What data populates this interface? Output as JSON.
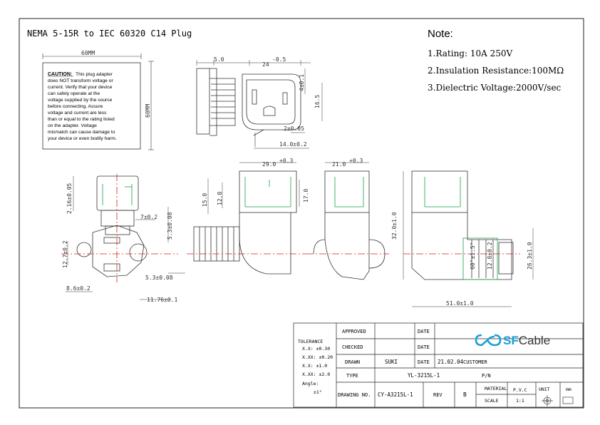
{
  "title": "NEMA 5-15R to IEC 60320 C14 Plug",
  "notes": {
    "heading": "Note:",
    "items": [
      "1.Rating: 10A 250V",
      "2.Insulation Resistance:100MΩ",
      "3.Dielectric Voltage:2000V/sec"
    ]
  },
  "label_panel": {
    "width_dim": "60MM",
    "height_dim": "60MM",
    "caution_word": "CAUTION:",
    "lines": [
      "This plug adapter",
      "does NOT transform voltage or",
      "current. Verify that your device",
      "can safely operate at the",
      "voltage supplied by the source",
      "before connecting. Assure",
      "voltage and current are less",
      "than or equal to the rating listed",
      "on the adapter. Voltage",
      "mismatch can cause damage to",
      "your device or even bodily harm."
    ]
  },
  "dimensions": {
    "d_5_0": "5.0",
    "d_24": "24",
    "d_24_tol": "-0.5",
    "d_4": "4±0.1",
    "d_16": "16.5",
    "d_2": "2±0.05",
    "d_14": "14.0±0.2",
    "d_29": "29.0",
    "d_29_tol": "+0.3",
    "d_21": "21.0",
    "d_21_tol": "+0.3",
    "d_15": "15.0",
    "d_12": "12.0",
    "d_17": "17.0",
    "d_32": "32.0±1.0",
    "d_26": "26.3±1.0",
    "d_51": "51.0±1.0",
    "d_2_16": "2.16±0.05",
    "d_7": "7±0.2",
    "d_5_3": "5.3±0.08",
    "d_12_7": "12.7±0.2",
    "d_5_3b": "5.3±0.08",
    "d_8_6": "8.6±0.2",
    "d_11_7": "11.76±0.1",
    "side_label_1": "60°±1.5°",
    "side_label_2": "12.8±0.2"
  },
  "title_block": {
    "tolerance": {
      "heading": "TOLERANCE",
      "lines": [
        "X.X: ±0.30",
        "X.XX: ±0.20",
        "X.X: ±1.0",
        "X.XX: ±2.0",
        "Angle:",
        "±1°"
      ]
    },
    "rows": {
      "approved_label": "APPROVED",
      "checked_label": "CHECKED",
      "drawn_label": "DRAWN",
      "drawn_value": "SUKI",
      "date_label": "DATE",
      "date_value": "21.02.04",
      "customer_label": "CUSTOMER",
      "type_label": "TYPE",
      "type_value": "YL-3215L-1",
      "pn_label": "P/N",
      "drawing_no_label": "DRAWING NO.",
      "drawing_no_value": "CY-A3215L-1",
      "rev_label": "REV",
      "rev_value": "B",
      "material_label": "MATERIAL",
      "material_value": "P.V.C",
      "scale_label": "SCALE",
      "scale_value": "1:1",
      "unit_label": "UNIT",
      "unit_value": "mm"
    },
    "brand": {
      "name": "SFCable",
      "colors": {
        "sf": "#1a9fd6",
        "cable": "#333333"
      }
    }
  },
  "colors": {
    "outline": "#333333",
    "centerline": "#d62020",
    "green": "#18a04a",
    "border": "#222222"
  }
}
